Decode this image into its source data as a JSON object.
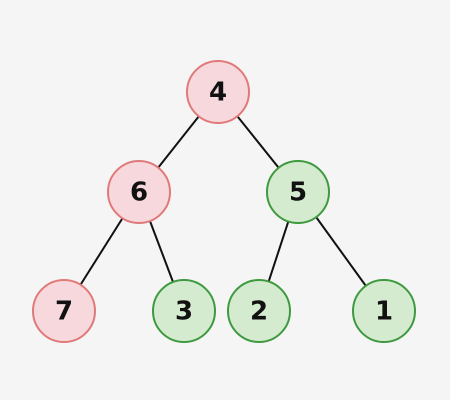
{
  "colors": {
    "background": "#f5f5f5",
    "red_fill": "#f7d9dd",
    "red_stroke": "#e07a7a",
    "green_fill": "#d5ebd0",
    "green_stroke": "#3f9a3f",
    "edge": "#111111",
    "text": "#111111"
  },
  "tree": {
    "nodes": [
      {
        "id": "n4",
        "label": "4",
        "group": "red"
      },
      {
        "id": "n6",
        "label": "6",
        "group": "red"
      },
      {
        "id": "n5",
        "label": "5",
        "group": "green"
      },
      {
        "id": "n7",
        "label": "7",
        "group": "red"
      },
      {
        "id": "n3",
        "label": "3",
        "group": "green"
      },
      {
        "id": "n2",
        "label": "2",
        "group": "green"
      },
      {
        "id": "n1",
        "label": "1",
        "group": "green"
      }
    ],
    "edges": [
      {
        "from": "n4",
        "to": "n6"
      },
      {
        "from": "n4",
        "to": "n5"
      },
      {
        "from": "n6",
        "to": "n7"
      },
      {
        "from": "n6",
        "to": "n3"
      },
      {
        "from": "n5",
        "to": "n2"
      },
      {
        "from": "n5",
        "to": "n1"
      }
    ]
  }
}
